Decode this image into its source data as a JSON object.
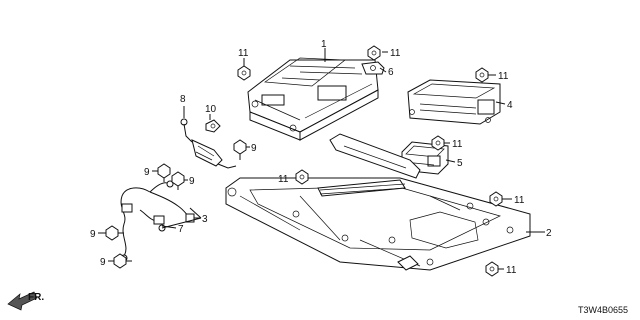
{
  "diagram_code": "T3W4B0655",
  "direction_label": "FR.",
  "callouts": {
    "p1": "1",
    "p2": "2",
    "p3": "3",
    "p4": "4",
    "p5": "5",
    "p6": "6",
    "p7": "7",
    "p8": "8",
    "p9": "9",
    "p10": "10",
    "p11": "11"
  }
}
